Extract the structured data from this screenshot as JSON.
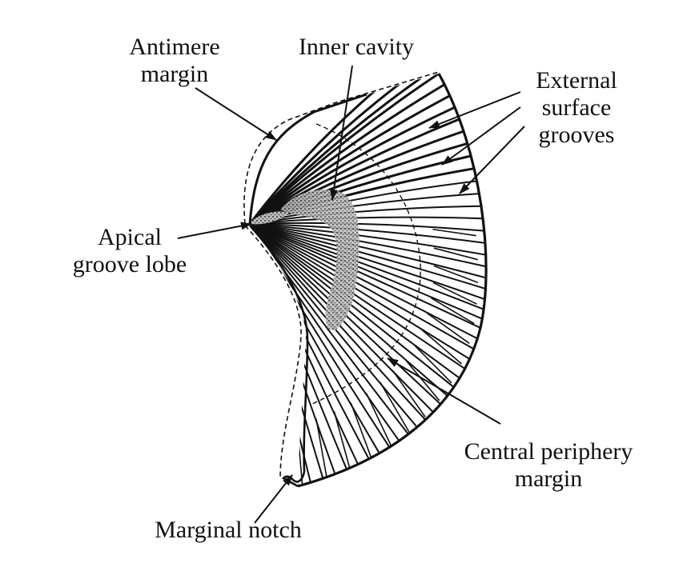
{
  "labels": {
    "antimere_margin": [
      "Antimere",
      "margin"
    ],
    "inner_cavity": "Inner cavity",
    "external_surface_grooves": [
      "External",
      "surface",
      "grooves"
    ],
    "apical_groove_lobe": [
      "Apical",
      "groove lobe"
    ],
    "central_periphery_margin": [
      "Central periphery",
      "margin"
    ],
    "marginal_notch": "Marginal notch"
  },
  "colors": {
    "ink": "#111111",
    "stipple": "#555555",
    "background": "#ffffff"
  }
}
